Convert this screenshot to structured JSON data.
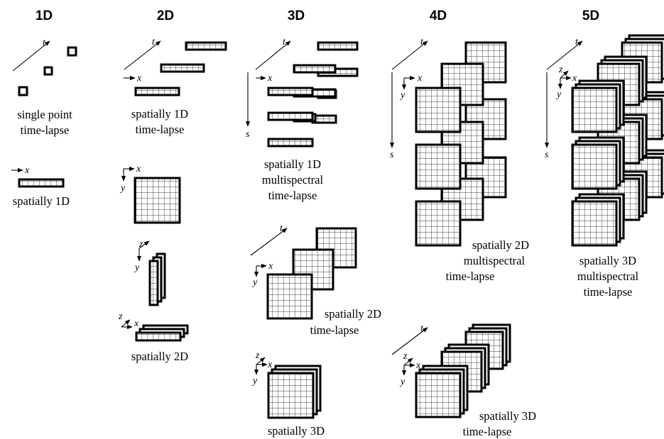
{
  "columns": [
    "1D",
    "2D",
    "3D",
    "4D",
    "5D"
  ],
  "axes": {
    "t": "t",
    "x": "x",
    "y": "y",
    "z": "z",
    "s": "s"
  },
  "captions": {
    "c1a": "single point",
    "c1b": "time-lapse",
    "c2": "spatially 1D",
    "c3a": "spatially 1D",
    "c3b": "time-lapse",
    "c4": "spatially 2D",
    "c5a": "spatially 1D",
    "c5b": "multispectral",
    "c5c": "time-lapse",
    "c6a": "spatially 2D",
    "c6b": "time-lapse",
    "c7": "spatially 3D",
    "c8a": "spatially 2D",
    "c8b": "multispectral",
    "c8c": "time-lapse",
    "c9a": "spatially 3D",
    "c9b": "time-lapse",
    "c10a": "spatially 3D",
    "c10b": "multispectral",
    "c10c": "time-lapse"
  }
}
